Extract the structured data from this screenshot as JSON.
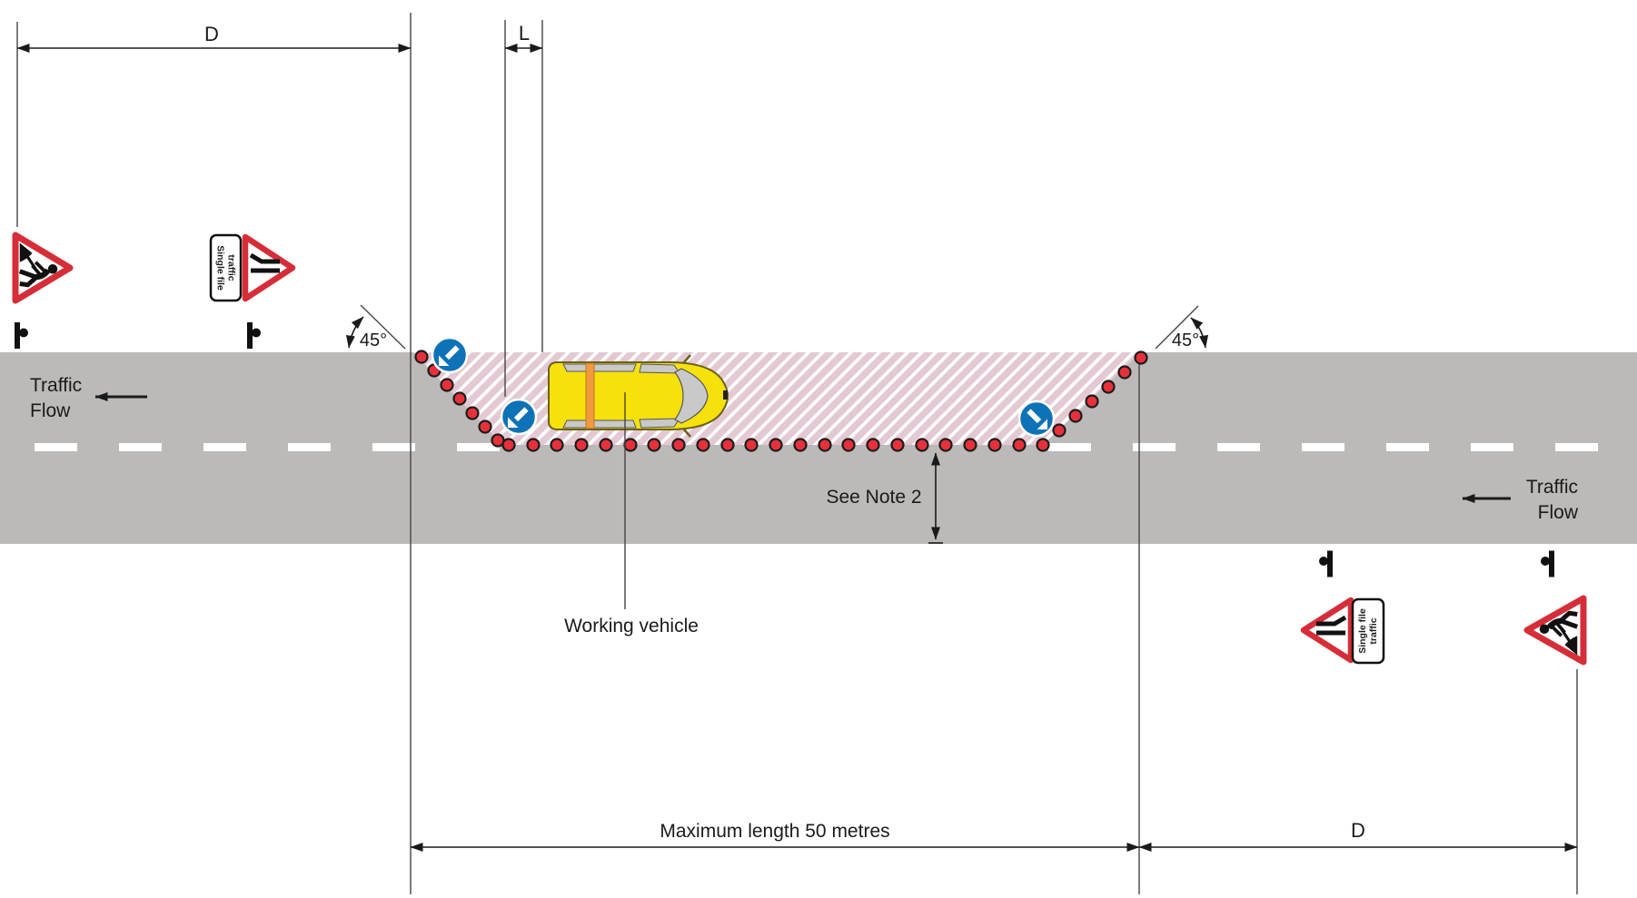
{
  "dimensions": {
    "top_d": "D",
    "top_l": "L",
    "bottom_max_length": "Maximum length 50 metres",
    "bottom_d": "D",
    "taper_angle_left": "45°",
    "taper_angle_right": "45°",
    "lateral_clearance_note": "See Note 2"
  },
  "labels": {
    "traffic_flow_left": [
      "Traffic",
      "Flow"
    ],
    "traffic_flow_right": [
      "Traffic",
      "Flow"
    ],
    "working_vehicle": "Working vehicle",
    "single_file_plate": [
      "Single file",
      "traffic"
    ]
  },
  "icons": {
    "roadworks_sign": "men-at-work-warning-triangle",
    "road_narrows_sign": "road-narrows-warning-triangle",
    "single_file_plate": "single-file-traffic-plate",
    "keep_left_sign": "blue-keep-left-arrow-disc",
    "keep_right_sign": "blue-keep-right-arrow-disc",
    "traffic_cone": "cone-plan-symbol",
    "sign_post": "sign-location-symbol",
    "working_vehicle": "works-vehicle-plan-view"
  },
  "cone_counts": {
    "left_taper": 7,
    "bottom_row": 23,
    "right_taper": 6
  },
  "colors": {
    "road_gray": "#bcbab8",
    "hatch_pink": "#e3c9d3",
    "cone_red": "#e6313b",
    "sign_blue": "#0e72b7",
    "warning_red": "#d62e38",
    "vehicle_yellow": "#f6e10c",
    "vehicle_orange": "#f09a3e",
    "centre_line_white": "#ffffff"
  }
}
